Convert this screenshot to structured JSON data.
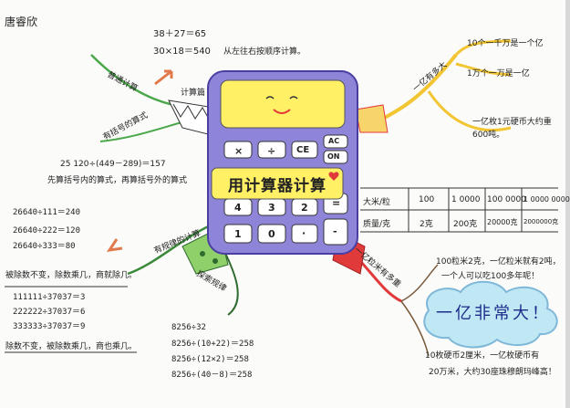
{
  "author": "唐睿欣",
  "center_title": "用计算器计算",
  "calculator": {
    "keys": [
      "×",
      "÷",
      "CE",
      "AC",
      "ON",
      "4",
      "3",
      "2",
      "=",
      "1",
      "0",
      "·",
      "-"
    ]
  },
  "branch_labels": {
    "ordinary": "普通计算",
    "with_brackets": "有括号的算式",
    "calc_chapter": "计算篇",
    "regular": "有规律的计算",
    "rule_label": "探索规律",
    "billion": "一亿有多大",
    "billion_rice": "一亿粒米有多重"
  },
  "ordinary": {
    "lines": [
      "38＋27＝65",
      "30×18＝540"
    ],
    "note": "从左往右按顺序计算。"
  },
  "brackets": {
    "line": "25 120÷(449－289)＝157",
    "note": "先算括号内的算式，再算括号外的算式"
  },
  "division_a": {
    "lines": [
      "26640÷111＝240",
      "26640÷222＝120",
      "26640÷333＝80"
    ],
    "rule": "被除数不变，除数乘几，商就除几。"
  },
  "division_b": {
    "lines": [
      "111111÷37037＝3",
      "222222÷37037＝6",
      "333333÷37037＝9"
    ],
    "rule": "除数不变，被除数乘几，商也乘几。"
  },
  "division_c": {
    "lines": [
      "8256÷32",
      "8256÷(10+22)＝258",
      "8256÷(12×2)＝258",
      "8256÷(40－8)＝258"
    ]
  },
  "billion_facts": [
    "10个一千万是一个亿",
    "1万个一万是一亿",
    "一亿枚1元硬币大约重600吨。"
  ],
  "rice_table": {
    "headers": [
      "大米/粒",
      "100",
      "1 0000",
      "100 0000",
      "1 0000 0000"
    ],
    "row": [
      "质量/克",
      "2克",
      "200克",
      "20000克",
      "2000000克"
    ]
  },
  "rice_note": [
    "100粒米2克，一亿粒米就有2吨，",
    "一个人可以吃100多年呢！"
  ],
  "cloud_text": "一亿非常大！",
  "coin_note": [
    "10枚硬币2厘米，一亿枚硬币有",
    "20万米，大约30座珠穆朗玛峰高！"
  ],
  "colors": {
    "calculator_body": "#8e84d8",
    "screen": "#fff066",
    "accent_red": "#e03a3a",
    "branch_yellow": "#f2c533",
    "branch_green": "#4ab34a",
    "cloud_blue": "#7fd0ea"
  }
}
